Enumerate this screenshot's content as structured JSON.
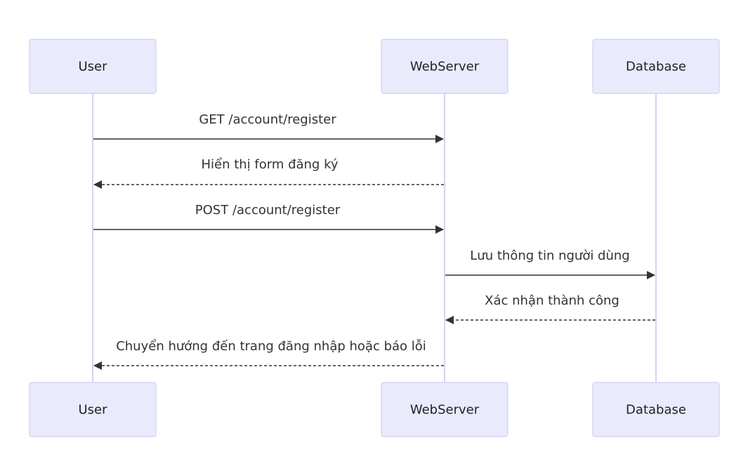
{
  "participants": [
    {
      "id": "user",
      "label": "User"
    },
    {
      "id": "webserver",
      "label": "WebServer"
    },
    {
      "id": "database",
      "label": "Database"
    }
  ],
  "messages": [
    {
      "from": "user",
      "to": "webserver",
      "label": "GET /account/register",
      "style": "solid"
    },
    {
      "from": "webserver",
      "to": "user",
      "label": "Hiển thị form đăng ký",
      "style": "dashed"
    },
    {
      "from": "user",
      "to": "webserver",
      "label": "POST /account/register",
      "style": "solid"
    },
    {
      "from": "webserver",
      "to": "database",
      "label": "Lưu thông tin người dùng",
      "style": "solid"
    },
    {
      "from": "database",
      "to": "webserver",
      "label": "Xác nhận thành công",
      "style": "dashed"
    },
    {
      "from": "webserver",
      "to": "user",
      "label": "Chuyển hướng đến trang đăng nhập hoặc báo lỗi",
      "style": "dashed"
    }
  ],
  "colors": {
    "actor_fill": "#eaeafd",
    "actor_stroke": "#cfcff5",
    "lifeline": "#d6d2f0",
    "message": "#333333"
  }
}
